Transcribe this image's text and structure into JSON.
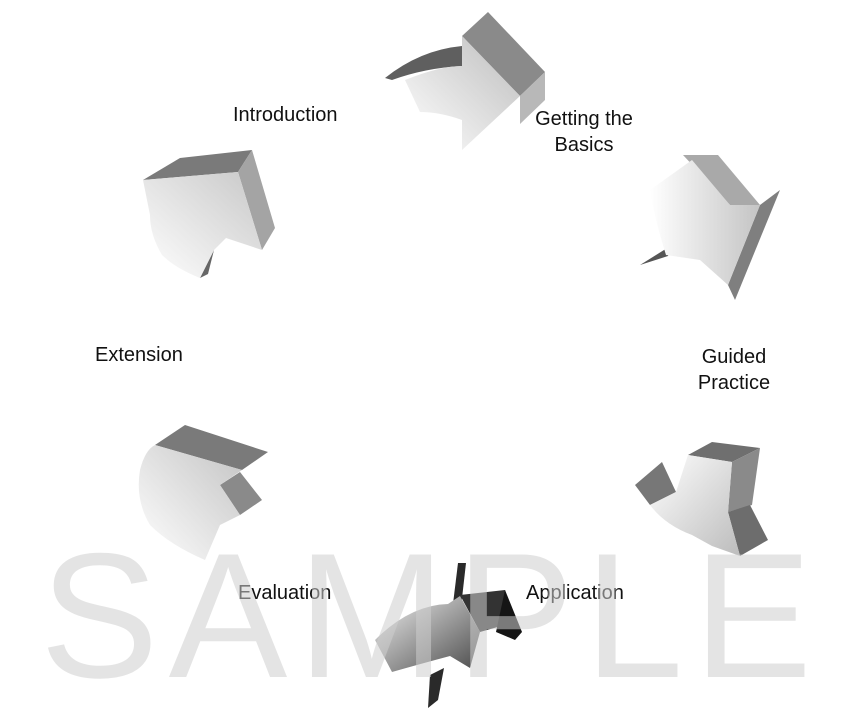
{
  "diagram": {
    "stages": [
      {
        "id": "introduction",
        "lines": [
          "Introduction"
        ]
      },
      {
        "id": "getting-the-basics",
        "lines": [
          "Getting the",
          "Basics"
        ]
      },
      {
        "id": "guided-practice",
        "lines": [
          "Guided",
          "Practice"
        ]
      },
      {
        "id": "application",
        "lines": [
          "Application"
        ]
      },
      {
        "id": "evaluation",
        "lines": [
          "Evaluation"
        ]
      },
      {
        "id": "extension",
        "lines": [
          "Extension"
        ]
      }
    ]
  },
  "watermark": {
    "text": "SAMPLE"
  },
  "colors": {
    "arrow_light": "#ffffff",
    "arrow_mid": "#d2d2d2",
    "arrow_face": "#9c9c9c",
    "arrow_dark": "#6a6a6a",
    "arrow_darkest": "#2a2a2a",
    "label_text": "#111111",
    "watermark": "#cdcdcd"
  }
}
